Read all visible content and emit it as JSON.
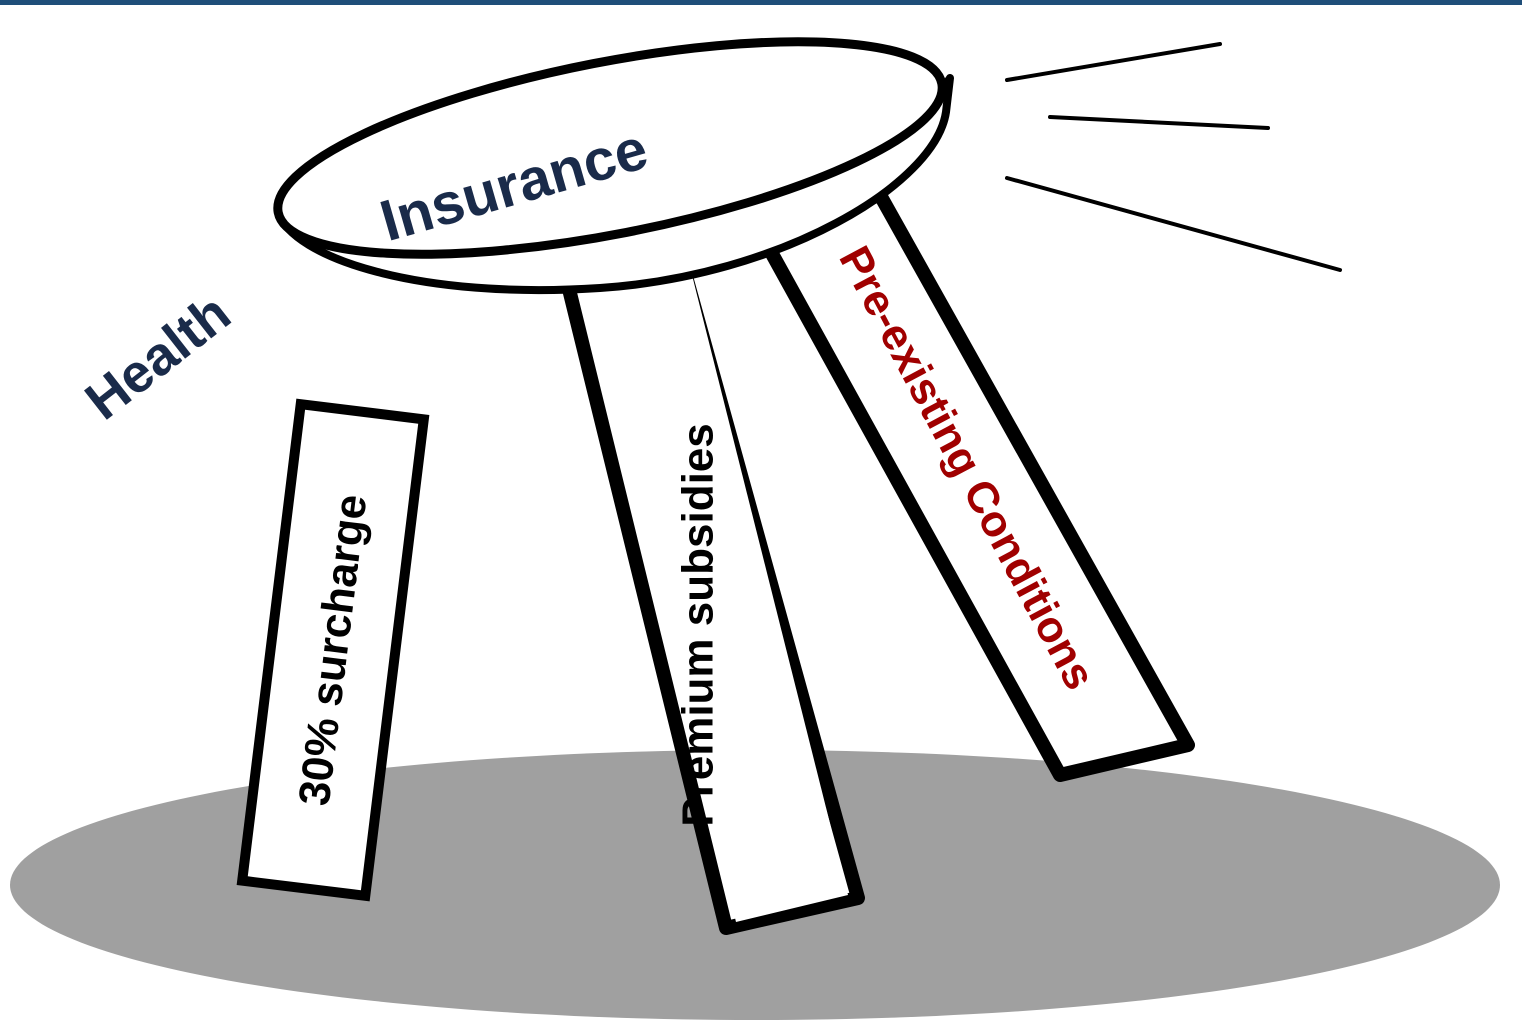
{
  "header_bar": {
    "color": "#1f4e79"
  },
  "stool": {
    "seat_label": "Insurance",
    "side_label": "Health",
    "legs": [
      {
        "label": "30% surcharge",
        "color": "#000000",
        "state": "detached"
      },
      {
        "label": "Premium subsidies",
        "color": "#000000",
        "state": "attached"
      },
      {
        "label": "Pre-existing Conditions",
        "color": "#a00000",
        "state": "attached"
      }
    ]
  },
  "colors": {
    "title_text": "#1a2b4a",
    "outline": "#000000",
    "shadow": "#a0a0a0",
    "leg_fill": "#ffffff",
    "accent_red": "#a00000"
  }
}
